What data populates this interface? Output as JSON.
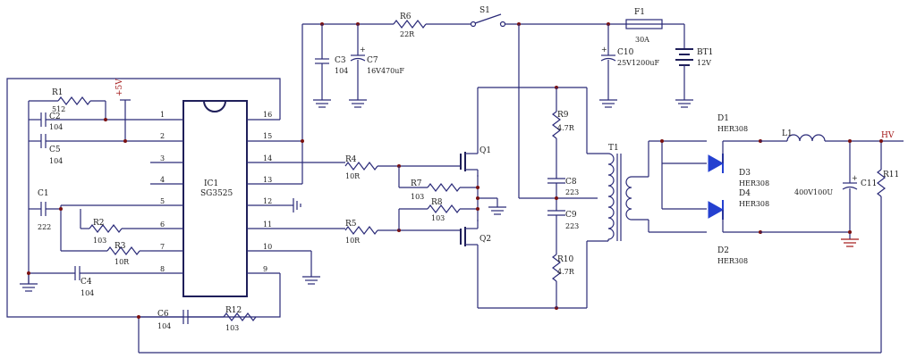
{
  "ic": {
    "name": "IC1",
    "part": "SG3525",
    "left_pins": [
      "1",
      "2",
      "3",
      "4",
      "5",
      "6",
      "7",
      "8"
    ],
    "right_pins": [
      "16",
      "15",
      "14",
      "13",
      "12",
      "11",
      "10",
      "9"
    ]
  },
  "supply": {
    "rail": "+5V"
  },
  "components": {
    "R1": {
      "ref": "R1",
      "val": "512"
    },
    "C2": {
      "ref": "C2",
      "val": "104"
    },
    "C5": {
      "ref": "C5",
      "val": "104"
    },
    "C1": {
      "ref": "C1",
      "val": "222"
    },
    "R2": {
      "ref": "R2",
      "val": "103"
    },
    "R3": {
      "ref": "R3",
      "val": "10R"
    },
    "C4": {
      "ref": "C4",
      "val": "104"
    },
    "C6": {
      "ref": "C6",
      "val": "104"
    },
    "R12": {
      "ref": "R12",
      "val": "103"
    },
    "C3": {
      "ref": "C3",
      "val": "104"
    },
    "C7": {
      "ref": "C7",
      "val": "16V470uF"
    },
    "R6": {
      "ref": "R6",
      "val": "22R"
    },
    "S1": {
      "ref": "S1"
    },
    "F1": {
      "ref": "F1",
      "val": "30A"
    },
    "C10": {
      "ref": "C10",
      "val": "25V1200uF"
    },
    "BT1": {
      "ref": "BT1",
      "val": "12V"
    },
    "R4": {
      "ref": "R4",
      "val": "10R"
    },
    "R5": {
      "ref": "R5",
      "val": "10R"
    },
    "R7": {
      "ref": "R7",
      "val": "103"
    },
    "R8": {
      "ref": "R8",
      "val": "103"
    },
    "Q1": {
      "ref": "Q1"
    },
    "Q2": {
      "ref": "Q2"
    },
    "R9": {
      "ref": "R9",
      "val": "4.7R"
    },
    "R10": {
      "ref": "R10",
      "val": "4.7R"
    },
    "C8": {
      "ref": "C8",
      "val": "223"
    },
    "C9": {
      "ref": "C9",
      "val": "223"
    },
    "T1": {
      "ref": "T1"
    },
    "D1": {
      "ref": "D1",
      "val": "HER308"
    },
    "D2": {
      "ref": "D2",
      "val": "HER308"
    },
    "D3": {
      "ref": "D3",
      "val": "HER308"
    },
    "D4": {
      "ref": "D4",
      "val": "HER308"
    },
    "L1": {
      "ref": "L1"
    },
    "C11": {
      "ref": "C11",
      "val": "400V100U"
    },
    "R11": {
      "ref": "R11"
    },
    "HV": {
      "ref": "HV"
    }
  }
}
